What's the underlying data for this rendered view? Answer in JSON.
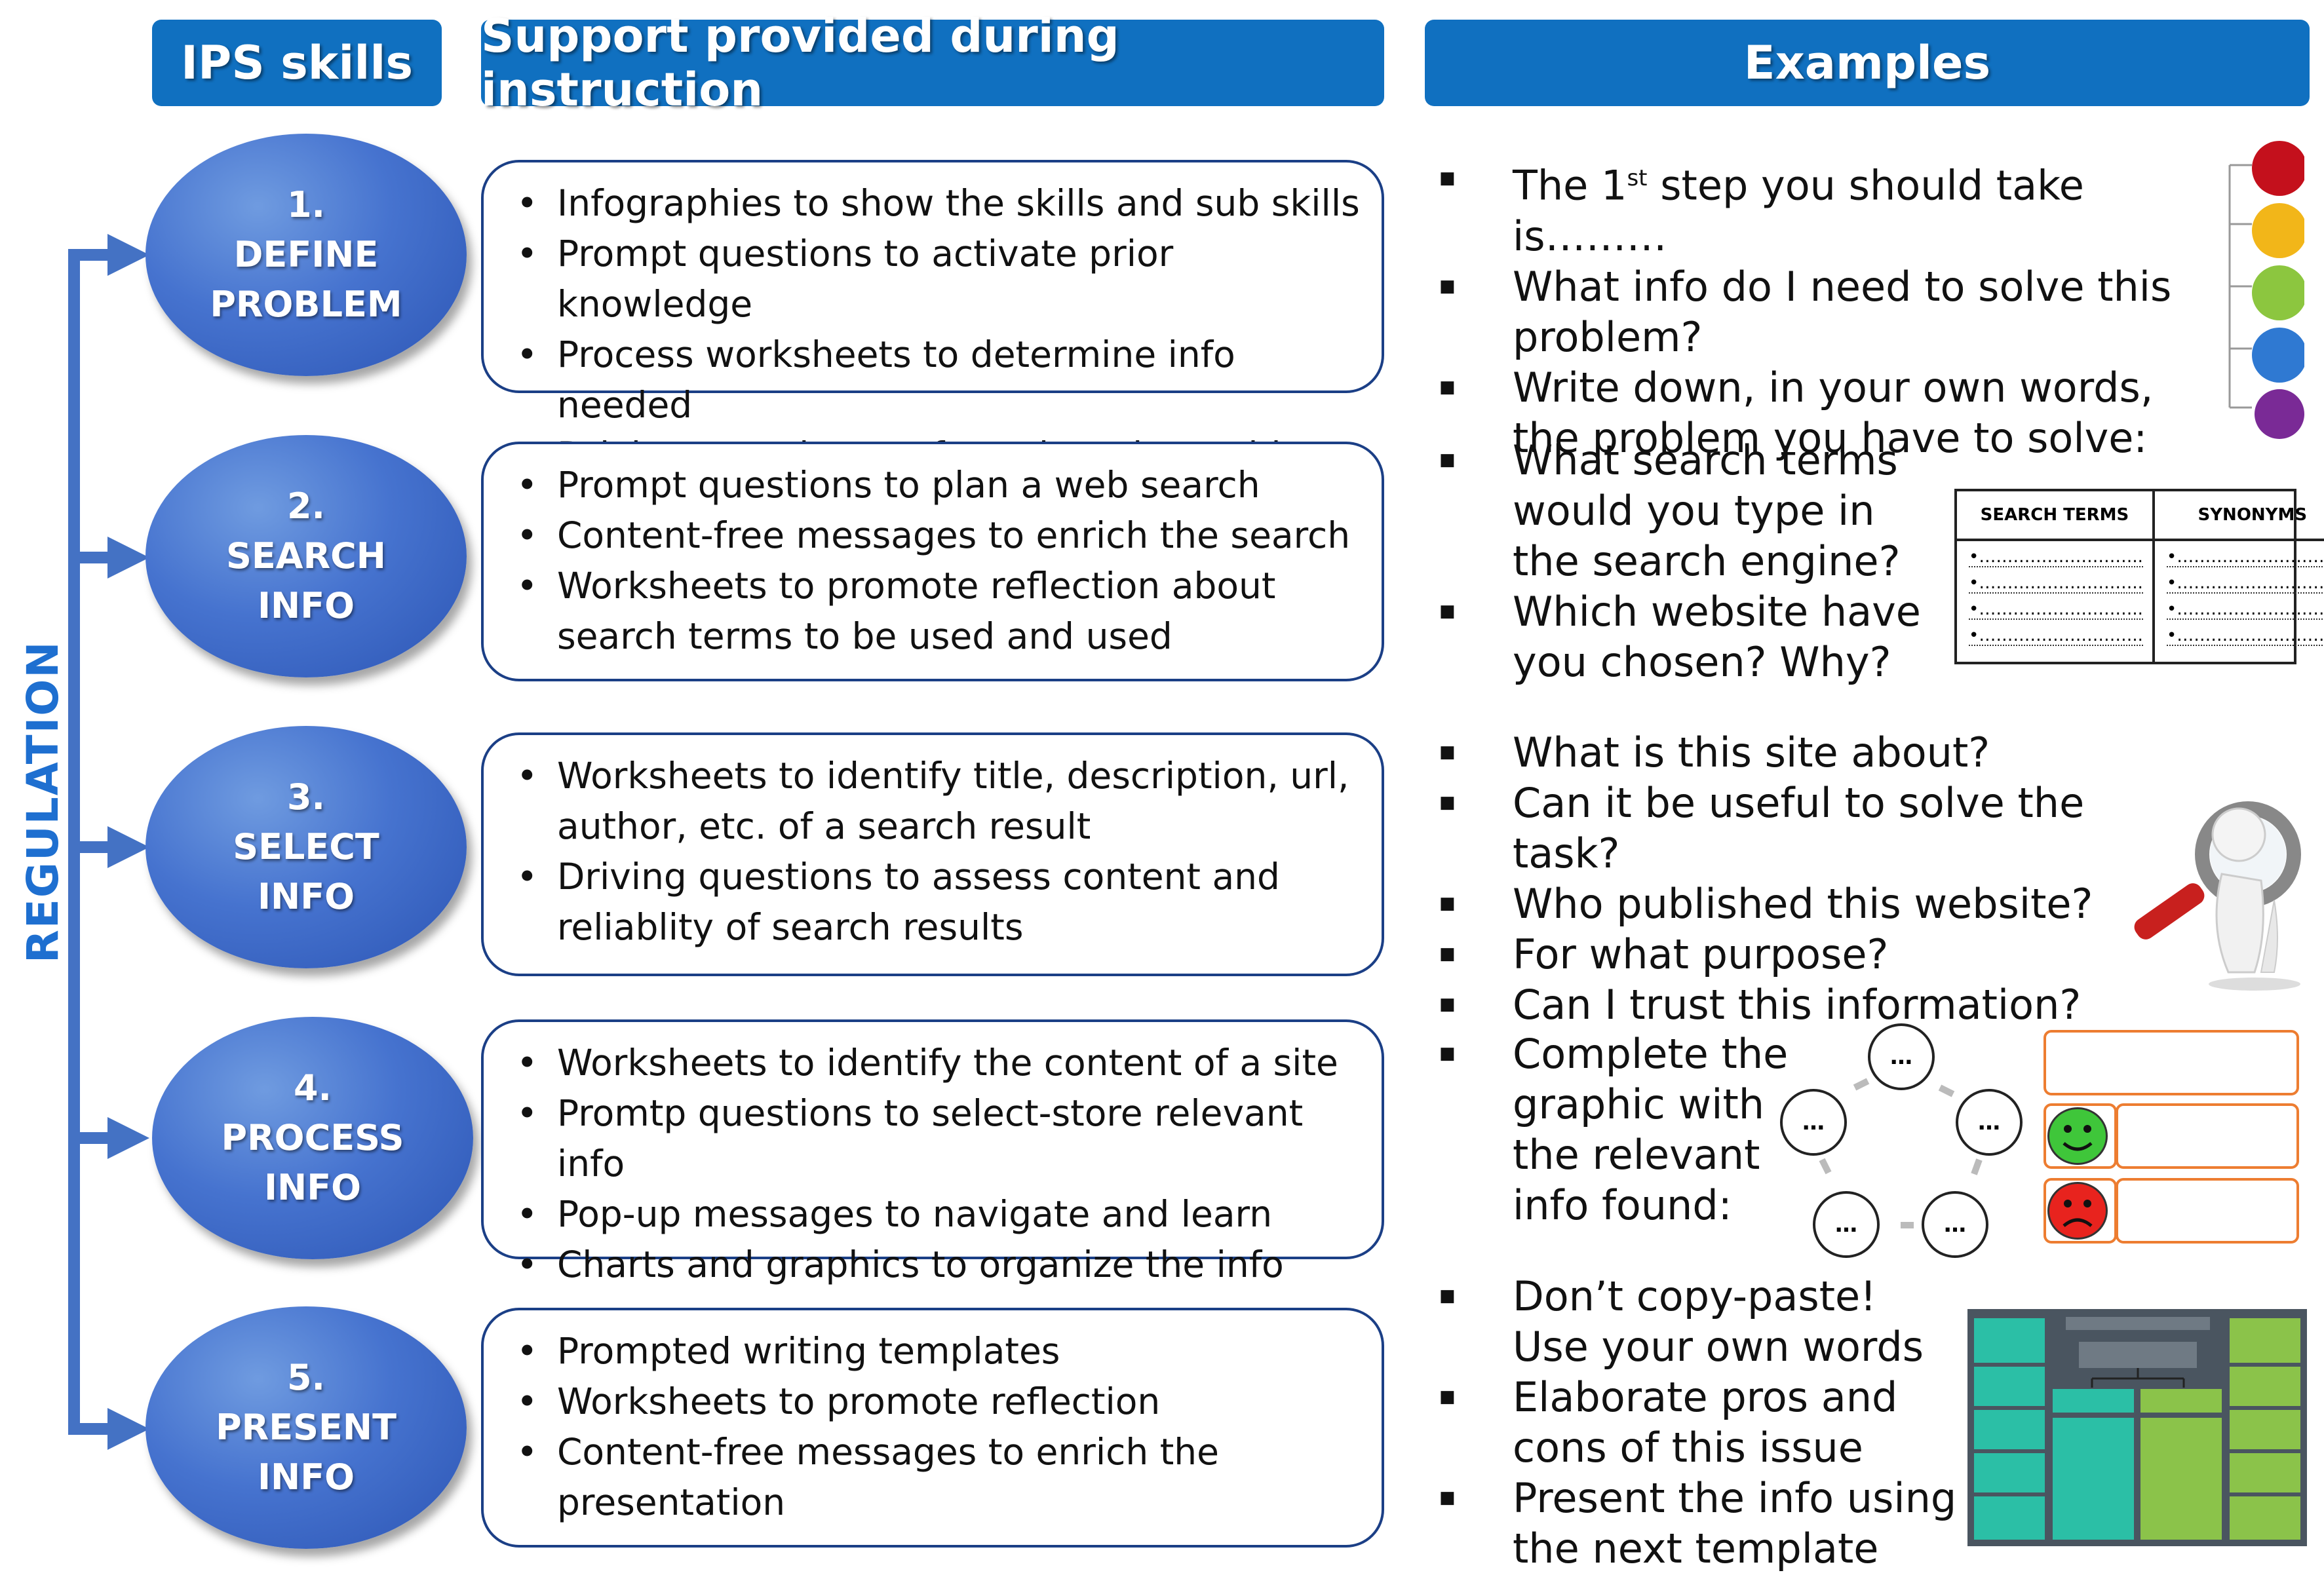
{
  "headers": {
    "skills": "IPS skills",
    "support": "Support provided during instruction",
    "examples": "Examples"
  },
  "regulation": "REGULATION",
  "steps": [
    {
      "num": "1.",
      "line1": "DEFINE",
      "line2": "PROBLEM"
    },
    {
      "num": "2.",
      "line1": "SEARCH",
      "line2": "INFO"
    },
    {
      "num": "3.",
      "line1": "SELECT",
      "line2": "INFO"
    },
    {
      "num": "4.",
      "line1": "PROCESS",
      "line2": "INFO"
    },
    {
      "num": "5.",
      "line1": "PRESENT",
      "line2": "INFO"
    }
  ],
  "support": [
    [
      "Infographies to show the skills and sub skills",
      "Prompt questions to activate prior knowledge",
      "Process worksheets to determine info needed",
      "Driving questions to formulate the problem"
    ],
    [
      "Prompt questions to plan a web search",
      "Content-free messages to enrich the search",
      "Worksheets to promote reflection about search terms to be used and used"
    ],
    [
      "Worksheets to identify title, description, url, author, etc. of a search result",
      "Driving questions to assess content and reliablity of search results"
    ],
    [
      "Worksheets to identify the content of a site",
      "Promtp questions to select-store relevant info",
      "Pop-up messages to navigate and learn",
      "Charts and graphics to organize the info"
    ],
    [
      "Prompted writing templates",
      "Worksheets to promote reflection",
      "Content-free messages to enrich the presentation"
    ]
  ],
  "examples": {
    "define": {
      "first_pre": "The 1",
      "first_sup": "st",
      "first_post": " step you should take is………",
      "q2": "What info do I need to solve this problem?",
      "q3": "Write down, in your own words, the problem you have to solve:"
    },
    "search": [
      "What search terms would you type in the search engine?",
      "Which website have you chosen? Why?"
    ],
    "search_table": {
      "col1": "SEARCH TERMS",
      "col2": "SYNONYMS",
      "row_text": "•……………………….."
    },
    "select": [
      "What is this site about?",
      "Can it be useful to solve the task?",
      "Who published this website?",
      "For what purpose?",
      "Can I trust this information?"
    ],
    "process": "Complete the graphic with the relevant info found:",
    "cycle_label": "…",
    "present": [
      "Don’t copy-paste! Use your own words",
      "Elaborate pros and cons of this issue",
      "Present the info using the next template"
    ]
  },
  "colors": {
    "header_bg": "#1070c0",
    "circle_blue": "#4472c4",
    "box_border": "#1b3f86",
    "regulation": "#1e6fd0",
    "orange": "#ed7d31",
    "teal": "#2bbfa6",
    "green": "#8bc34a"
  }
}
